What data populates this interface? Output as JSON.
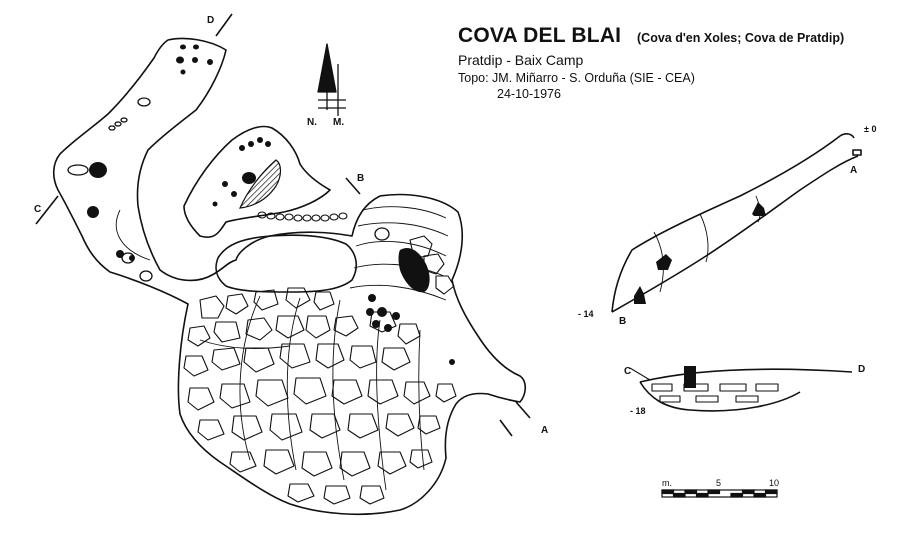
{
  "header": {
    "title": "COVA DEL BLAI",
    "alt_names": "(Cova d'en Xoles; Cova de Pratdip)",
    "region": "Pratdip - Baix Camp",
    "survey": "Topo: JM. Miñarro - S. Orduña   (SIE - CEA)",
    "date": "24-10-1976"
  },
  "north_arrow": {
    "label_n": "N.",
    "label_m": "M."
  },
  "plan_labels": {
    "a": "A",
    "b": "B",
    "c": "C",
    "d": "D"
  },
  "profile_ab": {
    "start_depth": "± 0",
    "end_depth": "- 14",
    "label_a": "A",
    "label_b": "B"
  },
  "profile_cd": {
    "depth": "- 18",
    "label_c": "C",
    "label_d": "D"
  },
  "scale": {
    "unit": "m.",
    "mark_5": "5",
    "mark_10": "10"
  }
}
